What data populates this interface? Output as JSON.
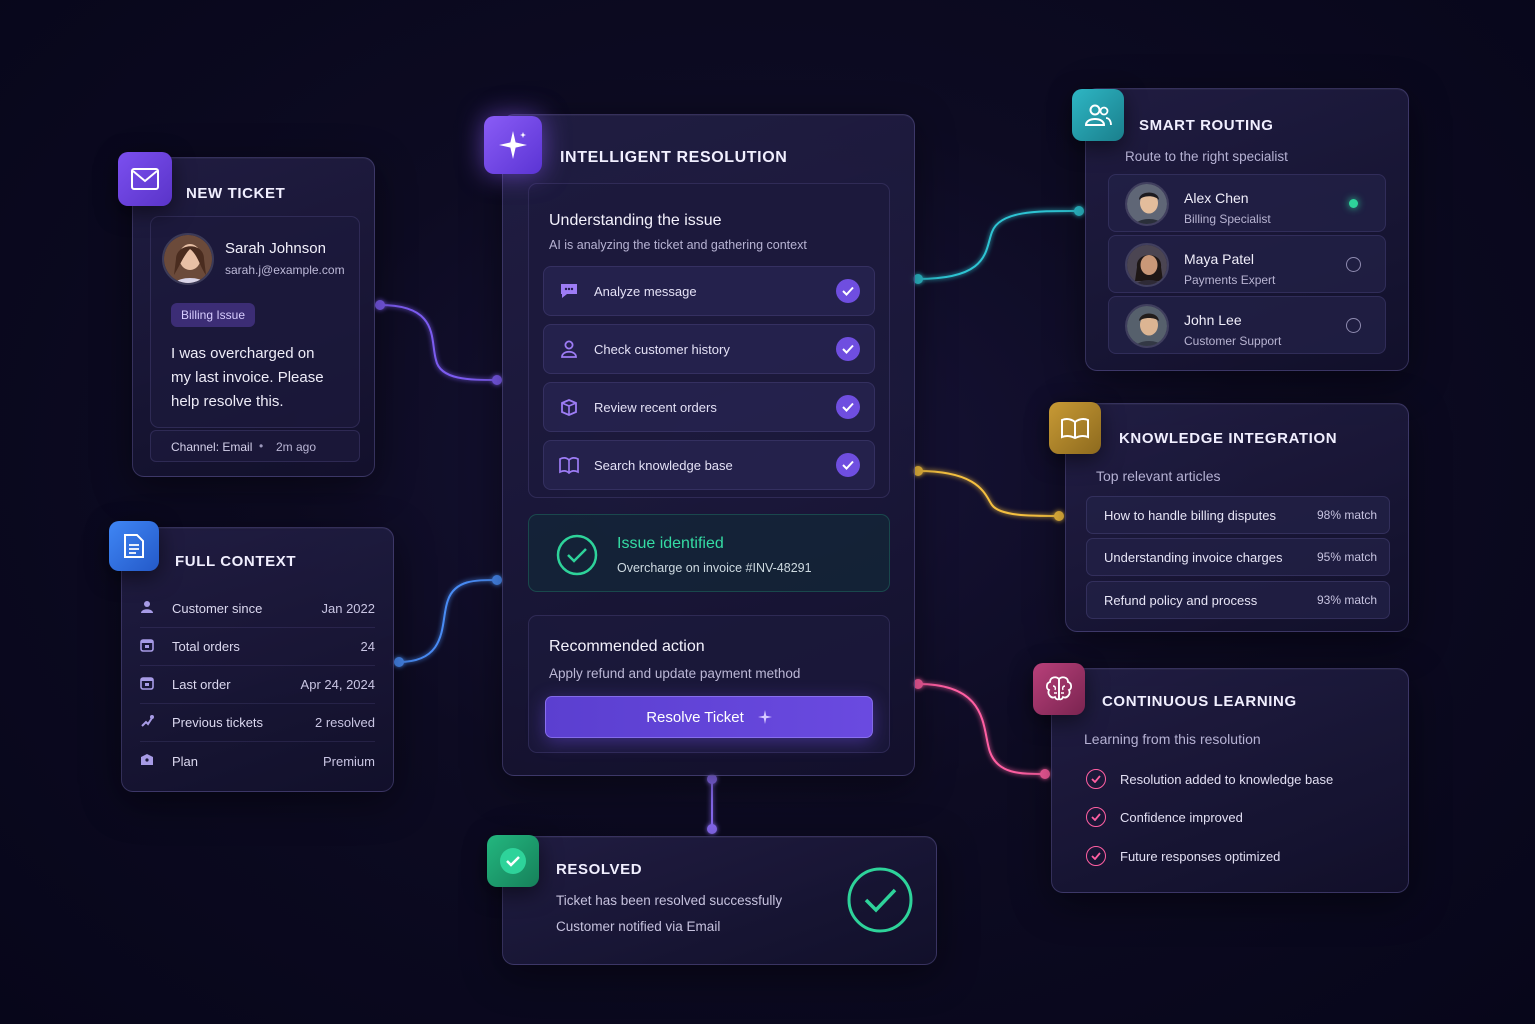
{
  "colors": {
    "purple": "#6f4ee0",
    "blue": "#3b82f6",
    "teal": "#2ec4d3",
    "yellow": "#f5c040",
    "pink": "#ff5fa2",
    "green": "#2ed39a"
  },
  "new_ticket": {
    "title": "NEW TICKET",
    "icon": "mail-icon",
    "customer_name": "Sarah Johnson",
    "customer_email": "sarah.j@example.com",
    "tag": "Billing Issue",
    "message_line1": "I was overcharged on",
    "message_line2": "my last invoice. Please",
    "message_line3": "help resolve this.",
    "channel": "Channel: Email",
    "separator": "•",
    "time": "2m ago"
  },
  "full_context": {
    "title": "FULL CONTEXT",
    "icon": "document-icon",
    "rows": [
      {
        "icon": "user-icon",
        "label": "Customer since",
        "value": "Jan 2022"
      },
      {
        "icon": "calendar-icon",
        "label": "Total orders",
        "value": "24"
      },
      {
        "icon": "calendar-icon",
        "label": "Last order",
        "value": "Apr 24, 2024"
      },
      {
        "icon": "ticket-icon",
        "label": "Previous tickets",
        "value": "2 resolved"
      },
      {
        "icon": "plan-icon",
        "label": "Plan",
        "value": "Premium"
      }
    ]
  },
  "resolution": {
    "title": "INTELLIGENT RESOLUTION",
    "icon": "sparkle-icon",
    "understanding_title": "Understanding the issue",
    "understanding_sub": "AI is analyzing the ticket and gathering context",
    "steps": [
      {
        "icon": "chat-icon",
        "label": "Analyze message"
      },
      {
        "icon": "user-icon",
        "label": "Check customer history"
      },
      {
        "icon": "box-icon",
        "label": "Review recent orders"
      },
      {
        "icon": "book-icon",
        "label": "Search knowledge base"
      }
    ],
    "identified_title": "Issue identified",
    "identified_sub": "Overcharge on invoice #INV-48291",
    "action_title": "Recommended action",
    "action_sub": "Apply refund and update payment method",
    "button_label": "Resolve Ticket"
  },
  "resolved": {
    "title": "RESOLVED",
    "icon": "check-icon",
    "line1": "Ticket has been resolved successfully",
    "line2": "Customer notified via Email"
  },
  "routing": {
    "title": "SMART ROUTING",
    "icon": "users-icon",
    "subtitle": "Route to the right specialist",
    "people": [
      {
        "name": "Alex Chen",
        "role": "Billing Specialist",
        "selected": true
      },
      {
        "name": "Maya Patel",
        "role": "Payments Expert",
        "selected": false
      },
      {
        "name": "John Lee",
        "role": "Customer Support",
        "selected": false
      }
    ]
  },
  "knowledge": {
    "title": "KNOWLEDGE INTEGRATION",
    "icon": "open-book-icon",
    "subtitle": "Top relevant articles",
    "articles": [
      {
        "label": "How to handle billing disputes",
        "match": "98% match"
      },
      {
        "label": "Understanding invoice charges",
        "match": "95% match"
      },
      {
        "label": "Refund policy and process",
        "match": "93% match"
      }
    ]
  },
  "learning": {
    "title": "CONTINUOUS LEARNING",
    "icon": "brain-icon",
    "subtitle": "Learning from this resolution",
    "items": [
      "Resolution added to knowledge base",
      "Confidence improved",
      "Future responses optimized"
    ]
  }
}
